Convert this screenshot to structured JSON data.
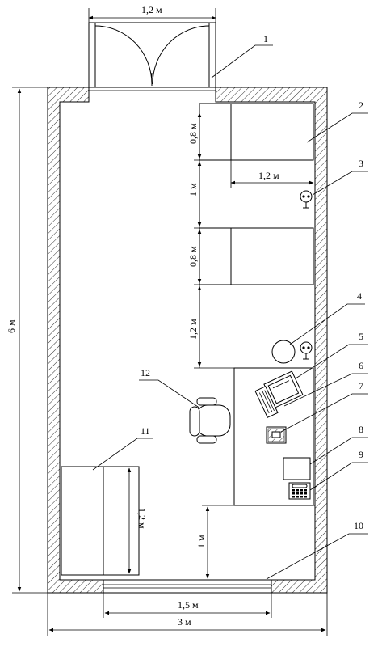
{
  "dimensions": {
    "door_width": "1,2 м",
    "bed1_width": "0,8 м",
    "bed_gap": "1 м",
    "bed_length": "1,2 м",
    "bed2_width": "0,8 м",
    "gap_below_bed2": "1,2 м",
    "room_length": "6 м",
    "gap_bottom": "1 м",
    "sofa_length": "1,2 м",
    "window_width": "1,5 м",
    "room_width": "3 м"
  },
  "callouts": [
    "1",
    "2",
    "3",
    "4",
    "5",
    "6",
    "7",
    "8",
    "9",
    "10",
    "11",
    "12"
  ]
}
